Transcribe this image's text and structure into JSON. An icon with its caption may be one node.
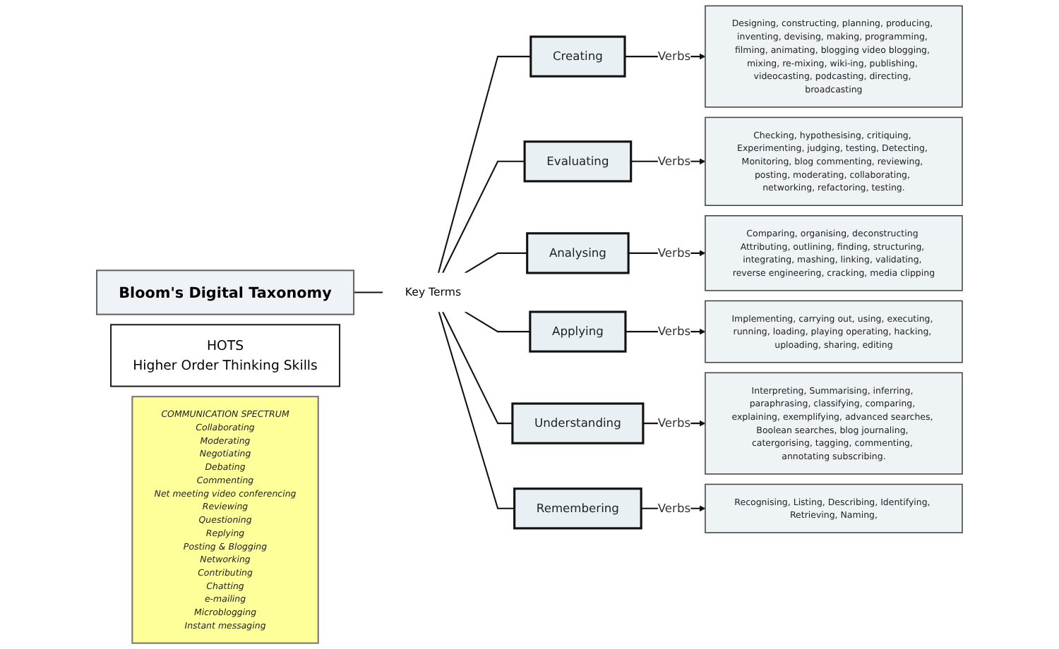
{
  "diagram": {
    "nodes": [
      {
        "text": [
          "Bloom's Digital Taxonomy"
        ]
      },
      {
        "text": [
          "Key Terms"
        ]
      },
      {
        "text": [
          "Creating"
        ]
      },
      {
        "text": [
          "Designing, constructing, planning, producing, inventing, devising, making, programming, filming, animating, blogging video blogging, mixing, re-mixing, wiki-ing, publishing, videocasting, podcasting, directing, broadcasting"
        ]
      },
      {
        "text": [
          "Evaluating"
        ]
      },
      {
        "text": [
          "Checking, hypothesising, critiquing, Experimenting, judging, testing, Detecting, Monitoring, blog commenting, reviewing, posting, moderating, collaborating, networking, refactoring, testing."
        ]
      },
      {
        "text": [
          "Analysing"
        ]
      },
      {
        "text": [
          "Comparing, organising, deconstructing Attributing, outlining, finding, structuring, integrating, mashing, linking, validating, reverse engineering, cracking, media clipping"
        ]
      },
      {
        "text": [
          "Applying"
        ]
      },
      {
        "text": [
          "Implementing, carrying out, using, executing, running, loading, playing operating, hacking, uploading, sharing, editing"
        ]
      },
      {
        "text": [
          "Understanding"
        ]
      },
      {
        "text": [
          "Interpreting, Summarising, inferring, paraphrasing, classifying, comparing, explaining, exemplifying, advanced searches, Boolean searches, blog journaling, catergorising, tagging, commenting, annotating subscribing."
        ]
      },
      {
        "text": [
          "Remembering"
        ]
      },
      {
        "text": [
          "Recognising, Listing, Describing, Identifying, Retrieving, Naming,"
        ]
      },
      {
        "text": [
          "HOTS",
          "Higher Order Thinking Skills"
        ]
      },
      {
        "text": [
          "COMMUNICATION SPECTRUM",
          "Collaborating",
          "Moderating",
          "Negotiating",
          "Debating",
          "Commenting",
          "Net meeting video conferencing",
          "Reviewing",
          "Questioning",
          "Replying",
          "Posting & Blogging",
          "Networking",
          "Contributing",
          "Chatting",
          "e-mailing",
          "Microblogging",
          "Instant messaging"
        ]
      }
    ],
    "edges": [
      {
        "from": 0,
        "to": 1,
        "arrow": "none"
      },
      {
        "from": 1,
        "to": 2,
        "arrow": "none"
      },
      {
        "from": 1,
        "to": 4,
        "arrow": "none"
      },
      {
        "from": 1,
        "to": 6,
        "arrow": "none"
      },
      {
        "from": 1,
        "to": 8,
        "arrow": "none"
      },
      {
        "from": 1,
        "to": 10,
        "arrow": "none"
      },
      {
        "from": 1,
        "to": 12,
        "arrow": "none"
      },
      {
        "from": 2,
        "to": 3,
        "arrow": "to",
        "label": "Verbs"
      },
      {
        "from": 4,
        "to": 5,
        "arrow": "to",
        "label": "Verbs"
      },
      {
        "from": 6,
        "to": 7,
        "arrow": "to",
        "label": "Verbs"
      },
      {
        "from": 8,
        "to": 9,
        "arrow": "to",
        "label": "Verbs"
      },
      {
        "from": 10,
        "to": 11,
        "arrow": "to",
        "label": "Verbs"
      },
      {
        "from": 12,
        "to": 13,
        "arrow": "to",
        "label": "Verbs"
      }
    ]
  }
}
